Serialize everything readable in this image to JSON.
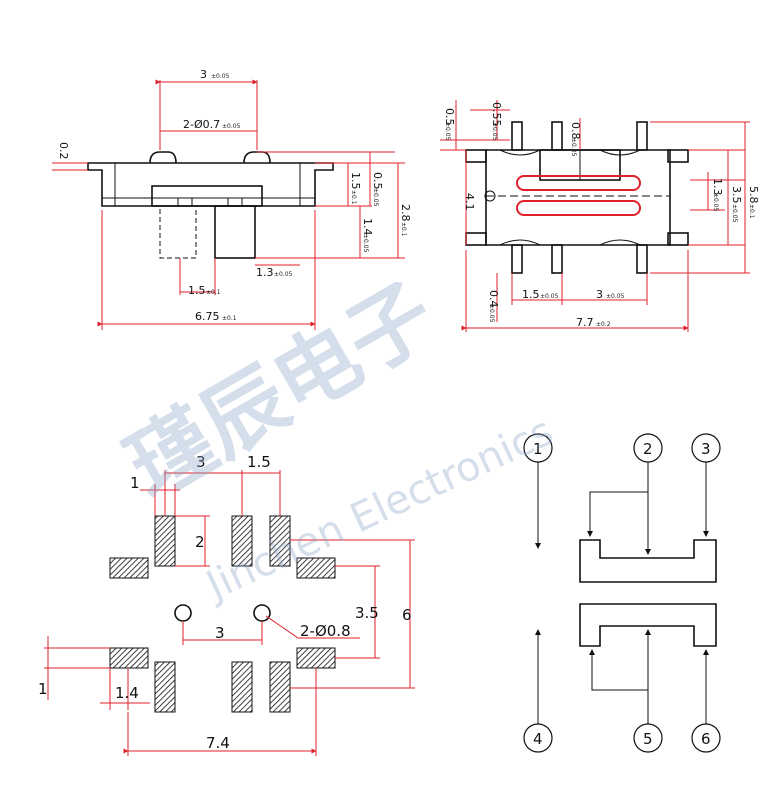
{
  "watermark": {
    "cn": "瑾辰电子",
    "en": "Jinchen Electronics"
  },
  "side_view": {
    "dim_3": "3",
    "dim_3_tol": "±0.05",
    "dim_pin": "2-Ø0.7",
    "dim_pin_tol": "±0.05",
    "dim_02": "0.2",
    "dim_15": "1.5",
    "dim_15_tol": "±0.1",
    "dim_13": "1.3",
    "dim_13_tol": "±0.05",
    "dim_675": "6.75",
    "dim_675_tol": "±0.1",
    "dim_15v": "1.5",
    "dim_15v_tol": "±0.1",
    "dim_05": "0.5",
    "dim_05_tol": "±0.05",
    "dim_14": "1.4",
    "dim_14_tol": "±0.05",
    "dim_28": "2.8",
    "dim_28_tol": "±0.1"
  },
  "top_view": {
    "dim_05": "0.5",
    "dim_05_tol": "±0.05",
    "dim_055": "0.55",
    "dim_055_tol": "±0.05",
    "dim_08": "0.8",
    "dim_08_tol": "±0.05",
    "dim_41": "4.1",
    "dim_13": "1.3",
    "dim_13_tol": "±0.05",
    "dim_35": "3.5",
    "dim_35_tol": "±0.05",
    "dim_58": "5.8",
    "dim_58_tol": "±0.1",
    "dim_04": "0.4",
    "dim_04_tol": "±0.05",
    "dim_15": "1.5",
    "dim_15_tol": "±0.05",
    "dim_3": "3",
    "dim_3_tol": "±0.05",
    "dim_77": "7.7",
    "dim_77_tol": "±0.2"
  },
  "footprint": {
    "dim_3_top": "3",
    "dim_15_top": "1.5",
    "dim_1_top": "1",
    "dim_2": "2",
    "dim_35": "3.5",
    "dim_6": "6",
    "dim_3_mid": "3",
    "dim_hole": "2-Ø0.8",
    "dim_1_left": "1",
    "dim_14": "1.4",
    "dim_74": "7.4"
  },
  "schematic": {
    "pins": [
      "1",
      "2",
      "3",
      "4",
      "5",
      "6"
    ]
  }
}
